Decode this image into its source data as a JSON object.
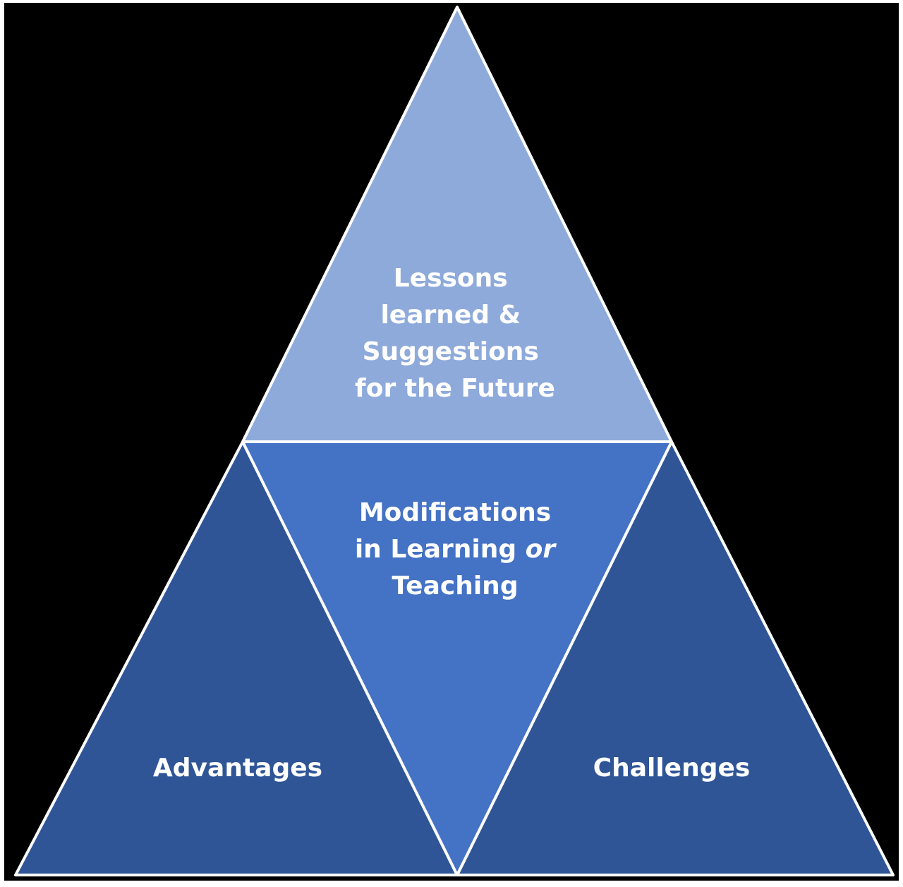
{
  "diagram": {
    "top": {
      "lines": [
        "Lessons",
        "learned &",
        "Suggestions",
        "for the Future"
      ]
    },
    "center": {
      "line1": "Modifications",
      "line2_a": "in Learning ",
      "line2_b": "or",
      "line3": "Teaching"
    },
    "left": {
      "label": "Advantages"
    },
    "right": {
      "label": "Challenges"
    }
  },
  "colors": {
    "background": "#000000",
    "top_fill": "#8eaadb",
    "center_fill": "#4472c4",
    "side_fill": "#2f5597",
    "stroke": "#ffffff",
    "text": "#ffffff"
  }
}
